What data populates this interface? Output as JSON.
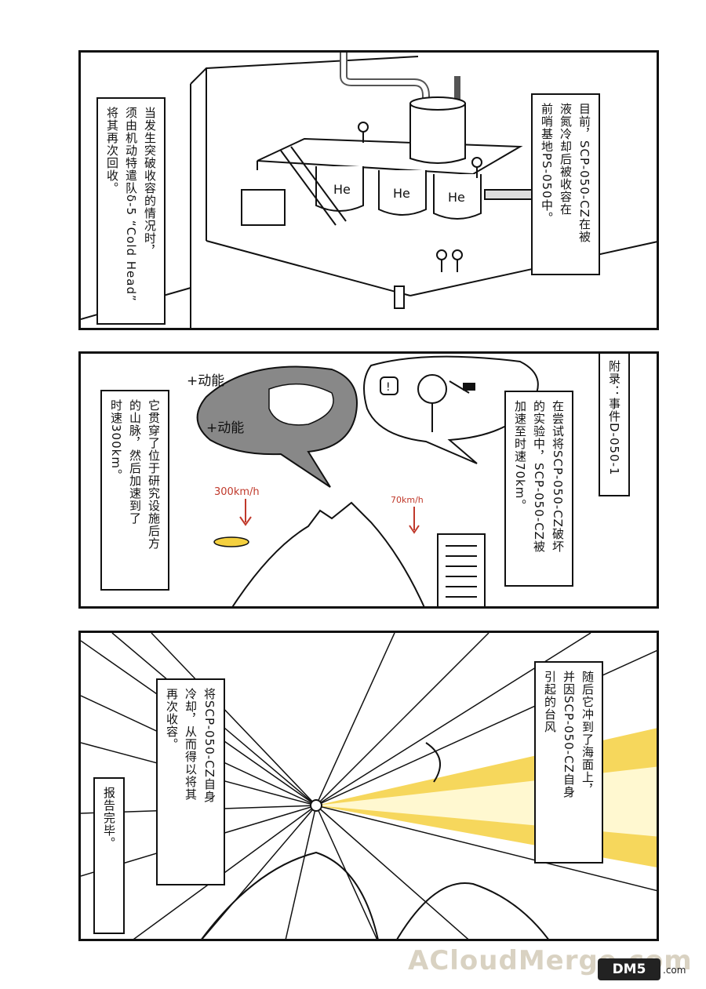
{
  "panel1": {
    "caption_right": "目前，SCP-050-CZ在被\n液氮冷却后被收容在\n前哨基地PS-050中。",
    "caption_left": "当发生突破收容的情况时，\n须由机动特遣队δ-5 “Cold Head”\n将其再次回收。",
    "tank_labels": [
      "He",
      "He",
      "He"
    ]
  },
  "panel2": {
    "appendix_label": "附录：事件D-050-1",
    "caption_right": "在尝试将SCP-050-CZ破坏\n的实验中，SCP-050-CZ被\n加速至时速70km。",
    "caption_left": "它贯穿了位于研究设施后方\n的山脉，然后加速到了\n时速300km。",
    "kinetic_1": "+动能",
    "kinetic_2": "+动能",
    "exclaim": "!",
    "speed_high": "300km/h",
    "speed_low": "70km/h"
  },
  "panel3": {
    "caption_right": "随后它冲到了海面上，\n并因SCP-050-CZ自身\n引起的台风",
    "caption_mid": "将SCP-050-CZ自身\n冷却，从而得以将其\n再次收容。",
    "caption_end": "报告完毕。"
  },
  "watermark": {
    "main": "ACloudMerge.com",
    "logo": "DM5",
    "logo_suffix": ".com"
  },
  "colors": {
    "ink": "#111111",
    "red_note": "#c0392b",
    "yellow_streak": "#f4d03f",
    "watermark": "#d9d2c2"
  }
}
